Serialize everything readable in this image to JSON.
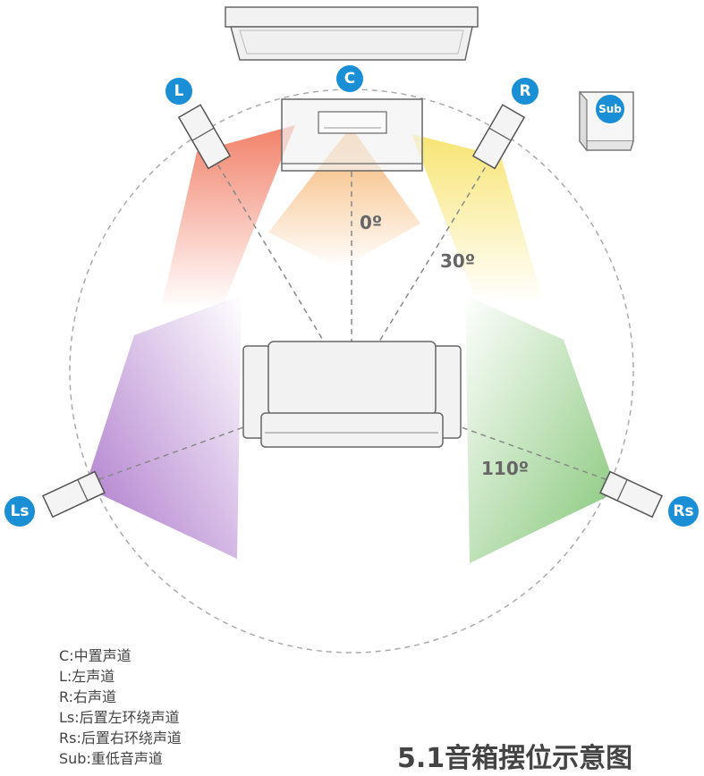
{
  "badges": {
    "center": "C",
    "left": "L",
    "right": "R",
    "subwoofer": "Sub",
    "left_surround": "Ls",
    "right_surround": "Rs"
  },
  "angles": {
    "front": "0º",
    "side": "30º",
    "surround": "110º"
  },
  "legend": [
    "C:中置声道",
    "L:左声道",
    "R:右声道",
    "Ls:后置左环绕声道",
    "Rs:后置右环绕声道",
    "Sub:重低音声道"
  ],
  "title": "5.1音箱摆位示意图",
  "colors": {
    "badge": "#1a8fd6",
    "left_beam": "#ef6a4e",
    "center_beam": "#f4a85a",
    "right_beam": "#f6e05a",
    "left_surround_beam": "#9b5cc0",
    "right_surround_beam": "#6cbb5c"
  }
}
